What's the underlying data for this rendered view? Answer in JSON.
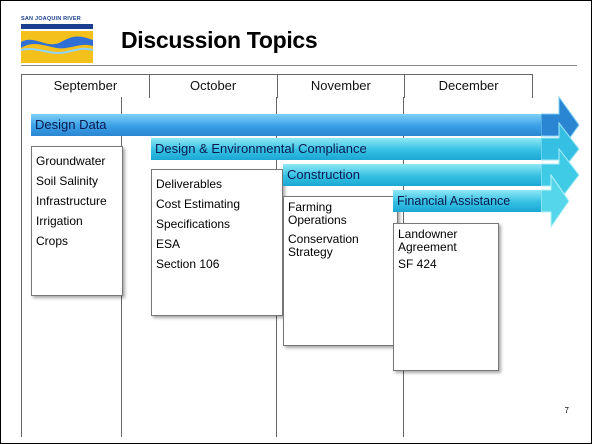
{
  "slide": {
    "title": "Discussion Topics",
    "logo_text": "SAN JOAQUIN RIVER",
    "page_number": "7"
  },
  "months": [
    "September",
    "October",
    "November",
    "December"
  ],
  "phases": [
    {
      "label": "Design Data",
      "items": [
        "Groundwater",
        "Soil Salinity",
        "Infrastructure",
        "Irrigation",
        "Crops"
      ]
    },
    {
      "label": "Design & Environmental Compliance",
      "items": [
        "Deliverables",
        "Cost Estimating",
        "Specifications",
        "ESA",
        "Section 106"
      ]
    },
    {
      "label": "Construction",
      "items": [
        "Farming",
        "Operations",
        "Conservation",
        "Strategy"
      ]
    },
    {
      "label": "Financial Assistance",
      "items": [
        "Landowner",
        "Agreement",
        "SF 424"
      ]
    }
  ],
  "colors": {
    "banner_dark": "#2a86d2",
    "banner_light": "#35c0e3",
    "text": "#0b1a4f"
  }
}
